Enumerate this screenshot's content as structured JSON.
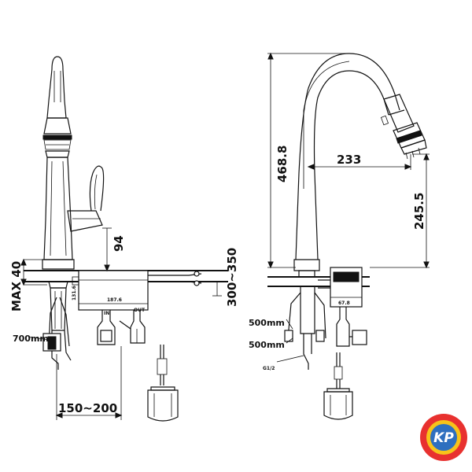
{
  "left_view": {
    "dim_max40": "MAX 40",
    "dim_94": "94",
    "dim_300_350": "300~350",
    "dim_150_200": "150~200",
    "hose_700mm": "700mm",
    "box_187": "187.6",
    "box_131": "131.6",
    "box_in": "IN",
    "box_out": "OUT"
  },
  "right_view": {
    "dim_468": "468.8",
    "dim_233": "233",
    "dim_245": "245.5",
    "hose_500mm_a": "500mm",
    "hose_500mm_b": "500mm",
    "thread": "G1/2",
    "box_67": "67.8"
  },
  "logo": {
    "text": "KP",
    "colors": {
      "outer": "#e8312f",
      "ring": "#f7c31a",
      "inner": "#2e6fbf"
    }
  }
}
